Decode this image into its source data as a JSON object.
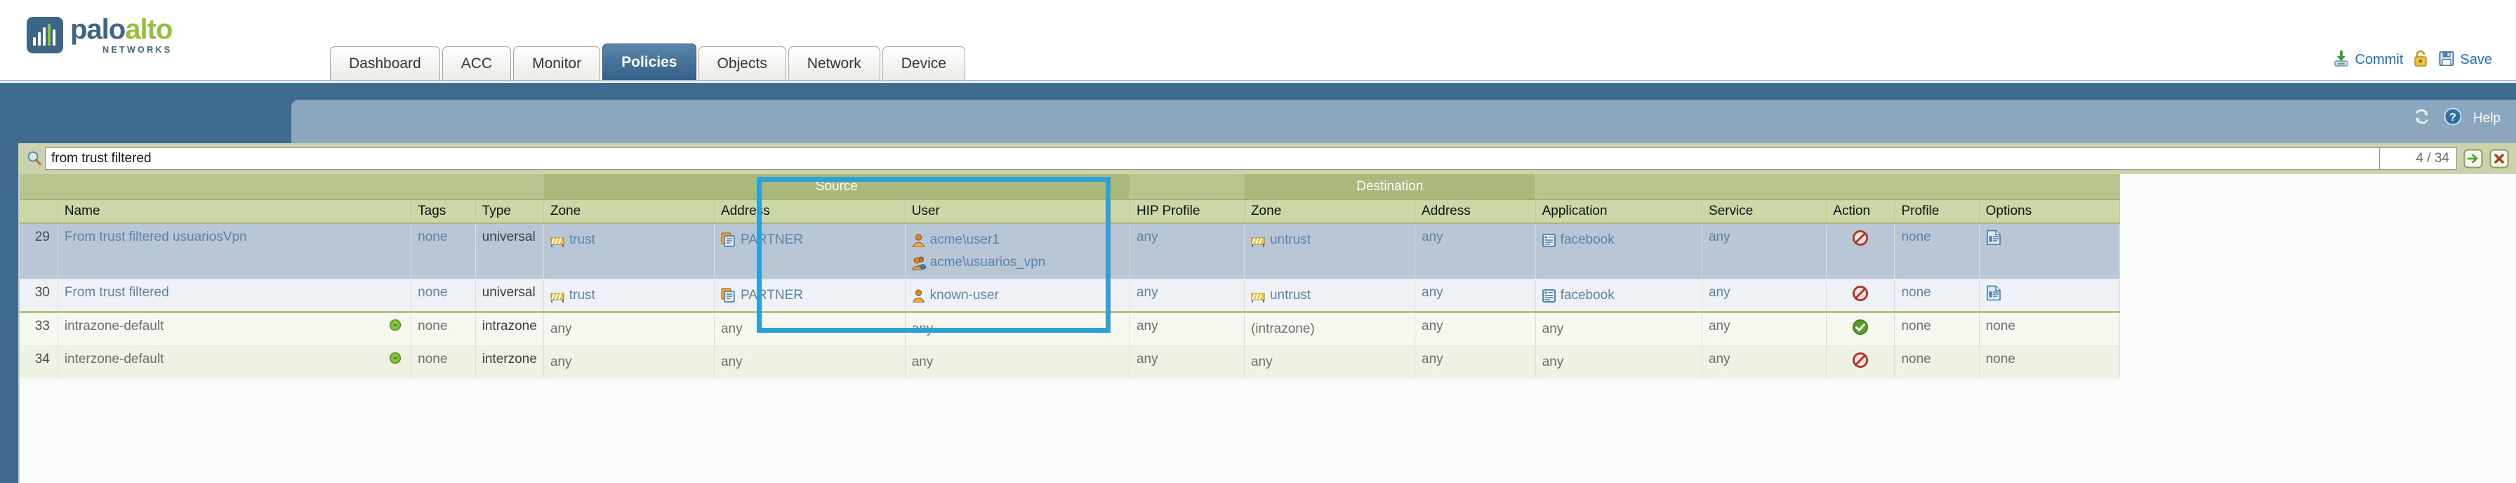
{
  "brand": {
    "name_part1": "palo",
    "name_part2": "alto",
    "tagline": "NETWORKS"
  },
  "nav": {
    "tabs": [
      {
        "label": "Dashboard",
        "active": false
      },
      {
        "label": "ACC",
        "active": false
      },
      {
        "label": "Monitor",
        "active": false
      },
      {
        "label": "Policies",
        "active": true
      },
      {
        "label": "Objects",
        "active": false
      },
      {
        "label": "Network",
        "active": false
      },
      {
        "label": "Device",
        "active": false
      }
    ]
  },
  "top_actions": {
    "commit_label": "Commit",
    "commit_icon": "commit-download-icon",
    "lock_icon": "padlock-icon",
    "save_label": "Save",
    "save_icon": "floppy-disk-icon"
  },
  "bluebar": {
    "refresh_icon": "refresh-icon",
    "help_label": "Help",
    "help_icon": "question-mark-icon"
  },
  "search": {
    "icon": "magnifier-icon",
    "value": "from trust filtered",
    "placeholder": "",
    "match_count": "4 / 34",
    "next_icon": "green-arrow-right-icon",
    "clear_icon": "red-x-icon"
  },
  "table": {
    "group_headers": [
      {
        "label": "",
        "span": 4
      },
      {
        "label": "Source",
        "span": 3
      },
      {
        "label": "",
        "span": 1
      },
      {
        "label": "Destination",
        "span": 2
      },
      {
        "label": "",
        "span": 5
      }
    ],
    "columns": [
      "",
      "Name",
      "Tags",
      "Type",
      "Zone",
      "Address",
      "User",
      "HIP Profile",
      "Zone",
      "Address",
      "Application",
      "Service",
      "Action",
      "Profile",
      "Options"
    ],
    "rows": [
      {
        "num": "29",
        "name": "From trust filtered usuariosVpn",
        "name_style": "link",
        "tags": "none",
        "tags_style": "link",
        "tags_icon": "",
        "type": "universal",
        "src_zone": [
          {
            "text": "trust",
            "icon": "zone-icon"
          }
        ],
        "src_address": [
          {
            "text": "PARTNER",
            "icon": "address-group-icon"
          }
        ],
        "user": [
          {
            "text": "acme\\user1",
            "icon": "user-icon"
          },
          {
            "text": "acme\\usuarios_vpn",
            "icon": "user-group-icon"
          }
        ],
        "hip_profile": "any",
        "dst_zone": [
          {
            "text": "untrust",
            "icon": "zone-icon"
          }
        ],
        "dst_address": "any",
        "application": [
          {
            "text": "facebook",
            "icon": "application-icon"
          }
        ],
        "service": "any",
        "action": "deny",
        "action_icon": "deny-icon",
        "profile": "none",
        "options": "log-icon",
        "selected": true,
        "style": "selected"
      },
      {
        "num": "30",
        "name": "From trust filtered",
        "name_style": "link",
        "tags": "none",
        "tags_style": "link",
        "tags_icon": "",
        "type": "universal",
        "src_zone": [
          {
            "text": "trust",
            "icon": "zone-icon"
          }
        ],
        "src_address": [
          {
            "text": "PARTNER",
            "icon": "address-group-icon"
          }
        ],
        "user": [
          {
            "text": "known-user",
            "icon": "user-icon"
          }
        ],
        "hip_profile": "any",
        "dst_zone": [
          {
            "text": "untrust",
            "icon": "zone-icon"
          }
        ],
        "dst_address": "any",
        "application": [
          {
            "text": "facebook",
            "icon": "application-icon"
          }
        ],
        "service": "any",
        "action": "deny",
        "action_icon": "deny-icon",
        "profile": "none",
        "options": "log-icon",
        "selected": false,
        "style": "plain"
      },
      {
        "num": "33",
        "name": "intrazone-default",
        "name_style": "gray",
        "tags": "none",
        "tags_style": "gray",
        "tags_icon": "green-tag-icon",
        "type": "intrazone",
        "src_zone": [
          {
            "text": "any",
            "icon": ""
          }
        ],
        "src_address": [
          {
            "text": "any",
            "icon": ""
          }
        ],
        "user": [
          {
            "text": "any",
            "icon": ""
          }
        ],
        "hip_profile": "any",
        "dst_zone": [
          {
            "text": "(intrazone)",
            "icon": ""
          }
        ],
        "dst_address": "any",
        "application": [
          {
            "text": "any",
            "icon": ""
          }
        ],
        "service": "any",
        "action": "allow",
        "action_icon": "allow-icon",
        "profile": "none",
        "options": "none",
        "selected": false,
        "style": "default-a"
      },
      {
        "num": "34",
        "name": "interzone-default",
        "name_style": "gray",
        "tags": "none",
        "tags_style": "gray",
        "tags_icon": "green-tag-icon",
        "type": "interzone",
        "src_zone": [
          {
            "text": "any",
            "icon": ""
          }
        ],
        "src_address": [
          {
            "text": "any",
            "icon": ""
          }
        ],
        "user": [
          {
            "text": "any",
            "icon": ""
          }
        ],
        "hip_profile": "any",
        "dst_zone": [
          {
            "text": "any",
            "icon": ""
          }
        ],
        "dst_address": "any",
        "application": [
          {
            "text": "any",
            "icon": ""
          }
        ],
        "service": "any",
        "action": "deny",
        "action_icon": "deny-icon",
        "profile": "none",
        "options": "none",
        "selected": false,
        "style": "default-b"
      }
    ]
  },
  "annotation": {
    "label": "source-user-column-highlight",
    "color": "#2e9fd9"
  }
}
